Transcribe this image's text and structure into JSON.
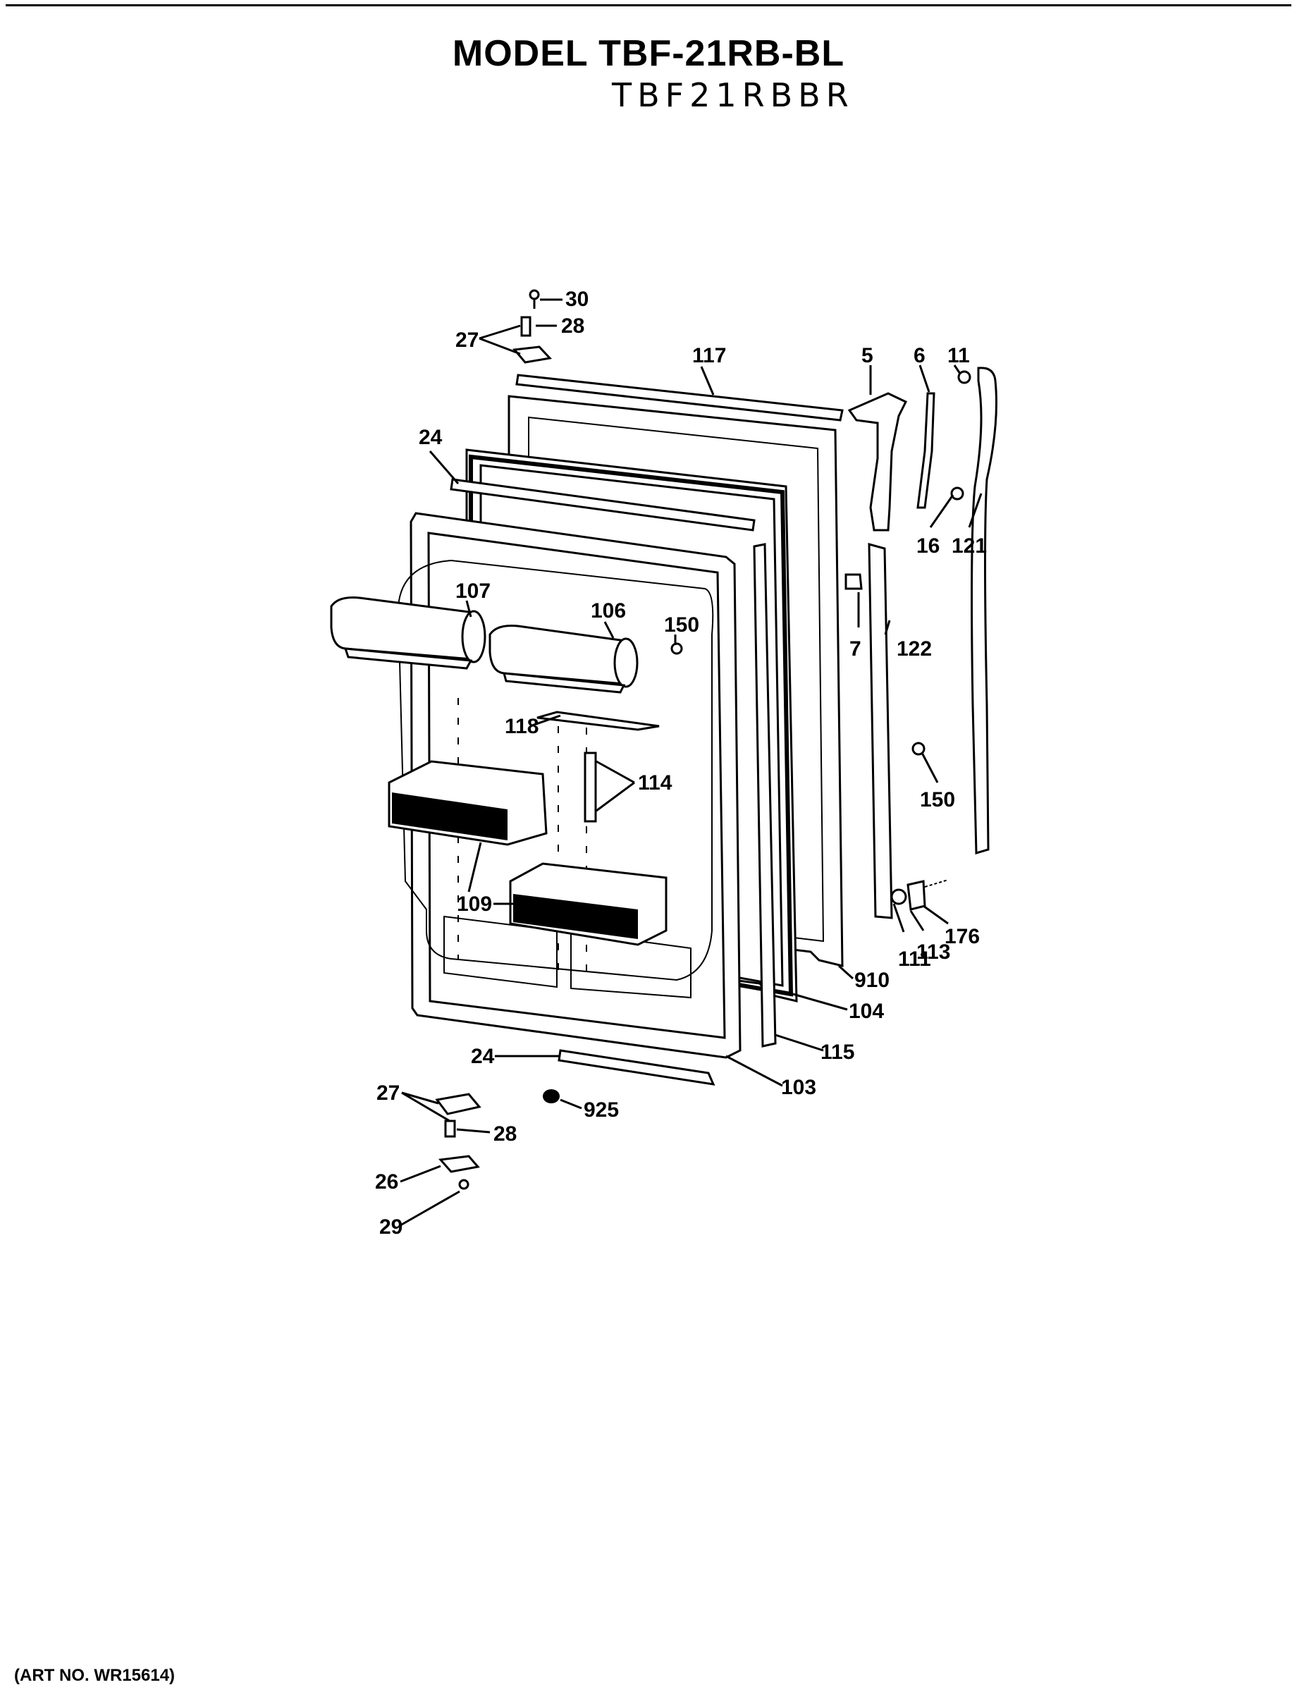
{
  "header": {
    "title": "MODEL TBF-21RB-BL",
    "handwritten_model": "TBF21RBBR"
  },
  "footer": {
    "art_no": "(ART NO. WR15614)"
  },
  "callouts": [
    "30",
    "28",
    "27",
    "117",
    "5",
    "6",
    "11",
    "24",
    "16",
    "121",
    "107",
    "106",
    "150",
    "7",
    "122",
    "118",
    "114",
    "150",
    "109",
    "176",
    "113",
    "111",
    "910",
    "104",
    "115",
    "24",
    "103",
    "27",
    "925",
    "28",
    "26",
    "29"
  ]
}
